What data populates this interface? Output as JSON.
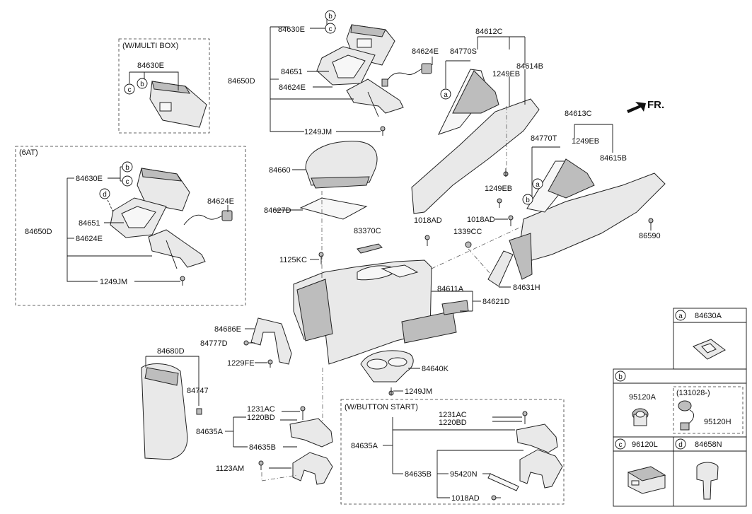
{
  "boxes": {
    "multi_box": "(W/MULTI BOX)",
    "six_at": "(6AT)",
    "button_start": "(W/BUTTON START)",
    "date_range": "(131028-)"
  },
  "direction": "FR.",
  "labels": {
    "l84630E_top": "84630E",
    "l84651_top": "84651",
    "l84650D_top": "84650D",
    "l84624E_top": "84624E",
    "l1249JM_top": "1249JM",
    "l84624E_harness_top": "84624E",
    "l84612C": "84612C",
    "l84770S": "84770S",
    "l84614B": "84614B",
    "l1249EB_a": "1249EB",
    "l84613C": "84613C",
    "l84770T": "84770T",
    "l1249EB_b": "1249EB",
    "l84615B": "84615B",
    "l1249EB_c": "1249EB",
    "l1018AD_a": "1018AD",
    "l86590": "86590",
    "l84630E_mb": "84630E",
    "l84630E_6at": "84630E",
    "l84651_6at": "84651",
    "l84650D_6at": "84650D",
    "l84624E_6at": "84624E",
    "l84624E_6at_harness": "84624E",
    "l1249JM_6at": "1249JM",
    "l84660": "84660",
    "l84627D": "84627D",
    "l83370C": "83370C",
    "l1018AD_b": "1018AD",
    "l1339CC": "1339CC",
    "l1125KC": "1125KC",
    "l84611A": "84611A",
    "l84621D": "84621D",
    "l84631H": "84631H",
    "l84686E": "84686E",
    "l84777D": "84777D",
    "l1229FE": "1229FE",
    "l84640K": "84640K",
    "l1249JM_cup": "1249JM",
    "l84680D": "84680D",
    "l84747": "84747",
    "l1231AC": "1231AC",
    "l1220BD": "1220BD",
    "l84635A": "84635A",
    "l84635B": "84635B",
    "l1123AM": "1123AM",
    "l1231AC_bs": "1231AC",
    "l1220BD_bs": "1220BD",
    "l84635A_bs": "84635A",
    "l84635B_bs": "84635B",
    "l95420N": "95420N",
    "l1018AD_bs": "1018AD"
  },
  "callouts": {
    "a": "a",
    "b": "b",
    "c": "c",
    "d": "d"
  },
  "legend": {
    "a_part": "84630A",
    "b_part1": "95120A",
    "b_part2": "95120H",
    "c_part": "96120L",
    "d_part": "84658N"
  }
}
